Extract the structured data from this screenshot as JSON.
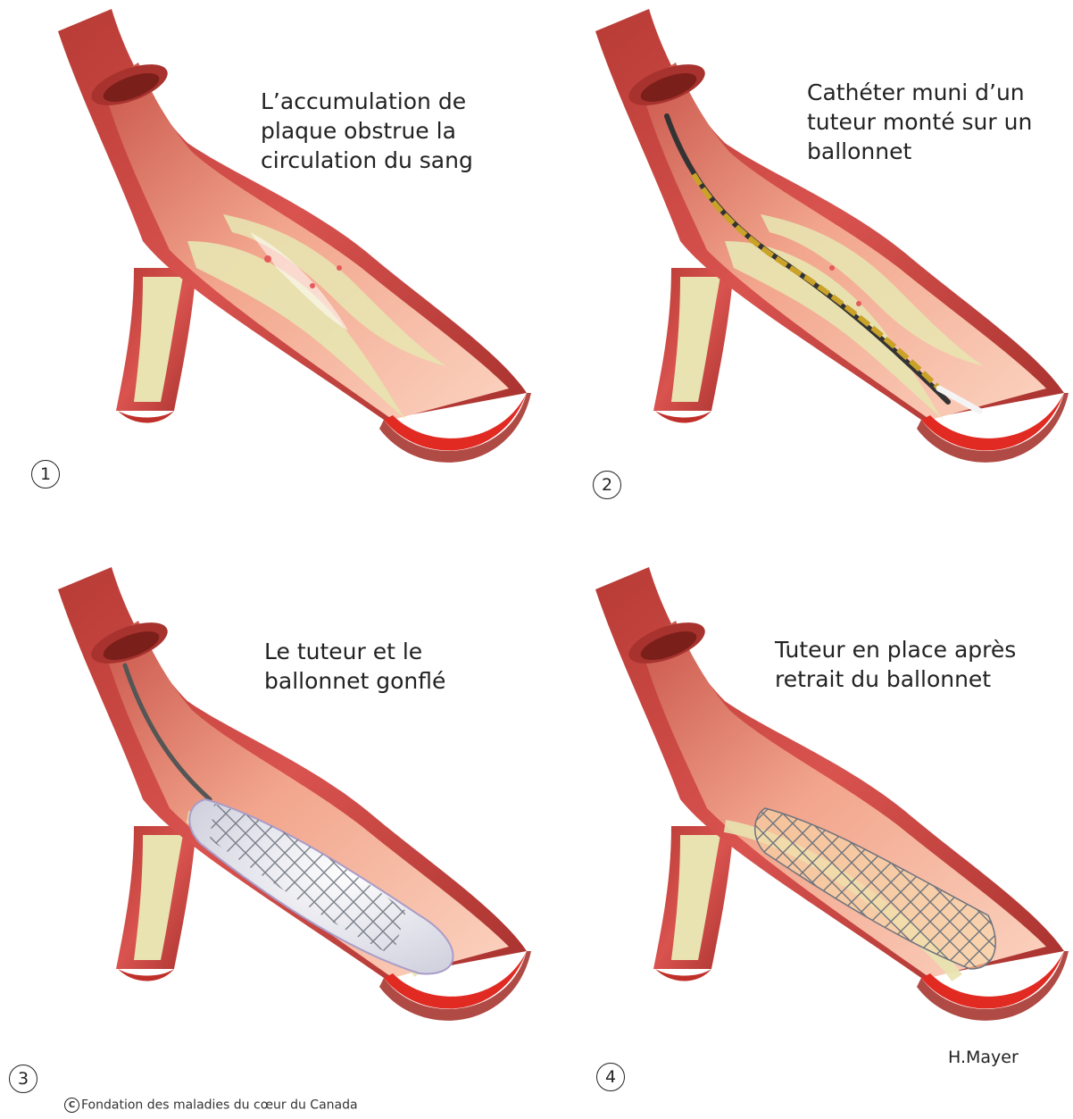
{
  "panels": [
    {
      "number": "1",
      "caption_lines": [
        "L’accumulation de",
        "plaque obstrue la",
        "circulation du sang"
      ]
    },
    {
      "number": "2",
      "caption_lines": [
        "Cathéter muni d’un",
        "tuteur monté sur un",
        "ballonnet"
      ]
    },
    {
      "number": "3",
      "caption_lines": [
        "Le tuteur et le",
        "ballonnet gonflé"
      ]
    },
    {
      "number": "4",
      "caption_lines": [
        "Tuteur en place après",
        "retrait du ballonnet"
      ]
    }
  ],
  "credits": {
    "artist": "H.Mayer",
    "copyright_symbol": "C",
    "copyright": "Fondation des maladies du cœur du Canada"
  },
  "colors": {
    "artery_wall": "#d9534f",
    "artery_wall_dark": "#a8322e",
    "lumen": "#f2a58c",
    "lumen_light": "#fbd3c0",
    "plaque": "#e8e3b0",
    "stent": "#8a8f99",
    "balloon": "#e6e6ef",
    "catheter": "#c9a227"
  },
  "icons": [
    "artery-illustration",
    "plaque-deposit",
    "catheter",
    "balloon",
    "stent"
  ]
}
